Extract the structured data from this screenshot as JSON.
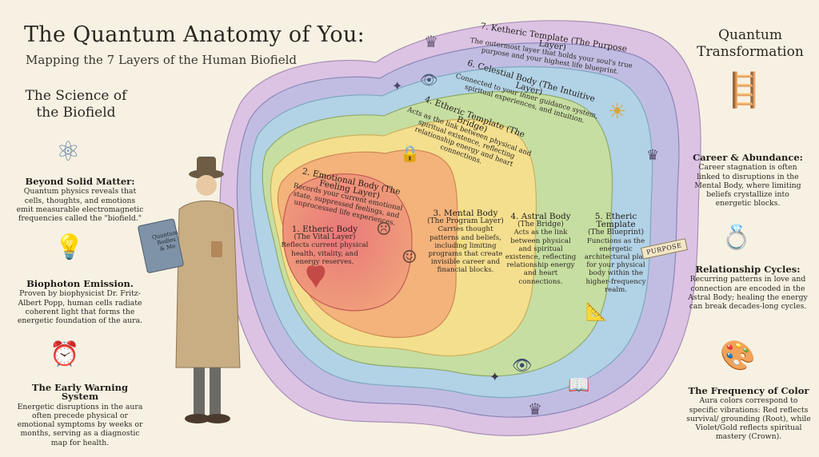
{
  "header": {
    "title": "The Quantum Anatomy of You:",
    "subtitle": "Mapping the 7 Layers of the Human Biofield"
  },
  "left": {
    "heading": "The Science of the Biofield",
    "blocks": [
      {
        "title": "Beyond Solid Matter:",
        "text": "Quantum physics reveals that cells, thoughts, and emotions emit measurable electromagnetic frequencies called the \"biofield.\"",
        "icon": "atom-icon"
      },
      {
        "title": "Biophoton Emission.",
        "text": "Proven by biophysicist Dr. Fritz-Albert Popp, human cells radiate coherent light that forms the energetic foundation of the aura.",
        "icon": "lightbulb-icon"
      },
      {
        "title": "The Early Warning System",
        "text": "Energetic disruptions in the aura often precede physical or emotional symptoms by weeks or months, serving as a diagnostic map for health.",
        "icon": "alarm-clock-icon"
      }
    ]
  },
  "right": {
    "heading": "Quantum Transformation",
    "blocks": [
      {
        "title": "Career & Abundance:",
        "text": "Career stagnation is often linked to disruptions in the Mental Body, where limiting beliefs crystallize into energetic blocks.",
        "icon": "ladder-icon"
      },
      {
        "title": "Relationship Cycles:",
        "text": "Recurring patterns in love and connection are encoded in the Astral Body; healing the energy can break decades-long cycles.",
        "icon": "rings-icon"
      },
      {
        "title": "The Frequency of Color",
        "text": "Aura colors correspond to specific vibrations: Red reflects survival/ grounding (Root), while Violet/Gold reflects spiritual mastery (Crown).",
        "icon": "palette-icon"
      }
    ]
  },
  "book": {
    "line1": "Quantum",
    "line2": "Bodies",
    "line3": "& Me"
  },
  "purpose_tag": "PURPOSE",
  "layers": [
    {
      "title": "1. Etheric Body",
      "sub": "(The Vital Layer)",
      "text": "Reflects current physical health, vitality, and energy reserves."
    },
    {
      "title": "2. Emotional Body (The Feeling Layer)",
      "text": "Records your current emotional state, suppressed feelings, and unprocessed life experiences."
    },
    {
      "title": "3. Mental Body",
      "sub": "(The Program Layer)",
      "text": "Carries thought patterns and beliefs, including limiting programs that create invisible career and financial blocks."
    },
    {
      "title": "4. Astral Body",
      "sub": "(The Bridge)",
      "text": "Acts as the link between physical and spiritual existence, reflecting relationship energy and heart connections."
    },
    {
      "title": "4. Etheric Template (The Bridge)",
      "text": "Acts as the link between physical and spiritual existence, reflecting relationship energy and heart connections."
    },
    {
      "title": "5. Etheric Template",
      "sub": "(The Blueprint)",
      "text": "Functions as the energetic architectural plan for your physical body within the higher-frequency realm."
    },
    {
      "title": "6. Celestial Body (The Intuitive Layer)",
      "text": "Connected to your inner guidance system, spiritual experiences, and intuition."
    },
    {
      "title": "7. Ketheric Template (The Purpose Layer)",
      "text": "The outermost layer that holds your soul's true purpose and your highest life blueprint."
    }
  ],
  "colors": {
    "red": "#e8897a",
    "orange": "#f2b377",
    "yellow": "#f3dd87",
    "green": "#bcd79a",
    "blue": "#a9cbe0",
    "indigo": "#b7b5dc",
    "violet": "#d5b8e0",
    "paper": "#f7f1e3"
  }
}
